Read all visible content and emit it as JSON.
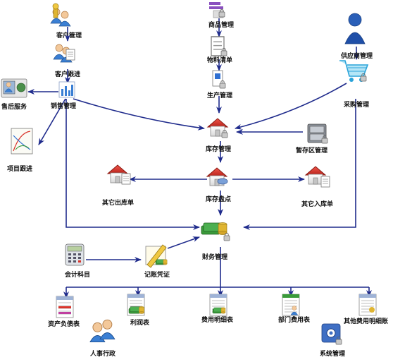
{
  "colors": {
    "arrow": "#1f2b8c",
    "house_roof": "#d9342b",
    "house_wall": "#f2f2f2",
    "green": "#3a9a3a",
    "blue_accent": "#2f6fd1",
    "gold": "#e0b531"
  },
  "nodes": {
    "customer_mgmt": {
      "label": "客户管理",
      "icon": "users-key-icon"
    },
    "customer_follow": {
      "label": "客户跟进",
      "icon": "users-document-icon"
    },
    "after_sales": {
      "label": "售后服务",
      "icon": "service-board-icon"
    },
    "sales_mgmt": {
      "label": "销售管理",
      "icon": "sales-chart-icon"
    },
    "project_follow": {
      "label": "项目跟进",
      "icon": "project-chart-icon"
    },
    "product_mgmt": {
      "label": "商品管理",
      "icon": "product-box-icon"
    },
    "bom": {
      "label": "物料清单",
      "icon": "materials-list-icon"
    },
    "production_mgmt": {
      "label": "生产管理",
      "icon": "production-icon"
    },
    "supplier_mgmt": {
      "label": "供应商管理",
      "icon": "supplier-person-icon"
    },
    "purchase_mgmt": {
      "label": "采购管理",
      "icon": "shopping-cart-icon"
    },
    "inventory_mgmt": {
      "label": "库存管理",
      "icon": "warehouse-icon"
    },
    "temp_storage": {
      "label": "暂存区管理",
      "icon": "storage-cabinet-icon"
    },
    "inventory_check": {
      "label": "库存盘点",
      "icon": "warehouse-check-icon"
    },
    "other_out": {
      "label": "其它出库单",
      "icon": "warehouse-out-icon"
    },
    "other_in": {
      "label": "其它入库单",
      "icon": "warehouse-in-icon"
    },
    "finance_mgmt": {
      "label": "财务管理",
      "icon": "money-icon"
    },
    "accounting_subject": {
      "label": "会计科目",
      "icon": "calculator-icon"
    },
    "voucher": {
      "label": "记账凭证",
      "icon": "pencil-note-icon"
    },
    "balance_sheet": {
      "label": "资产负债表",
      "icon": "balance-report-icon"
    },
    "profit_table": {
      "label": "利润表",
      "icon": "profit-report-icon"
    },
    "expense_detail": {
      "label": "费用明细表",
      "icon": "expense-report-icon"
    },
    "dept_expense": {
      "label": "部门费用表",
      "icon": "dept-report-icon"
    },
    "other_expense": {
      "label": "其他费用明细账",
      "icon": "other-expense-icon"
    },
    "hr_admin": {
      "label": "人事行政",
      "icon": "people-icon"
    },
    "system_mgmt": {
      "label": "系统管理",
      "icon": "system-gear-icon"
    }
  }
}
